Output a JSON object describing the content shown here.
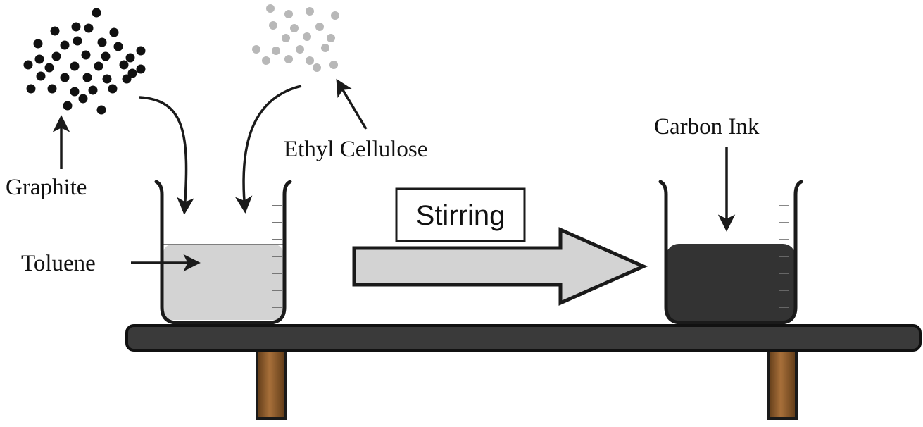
{
  "labels": {
    "graphite": "Graphite",
    "ethyl_cellulose": "Ethyl Cellulose",
    "toluene": "Toluene",
    "stirring": "Stirring",
    "carbon_ink": "Carbon Ink"
  },
  "colors": {
    "graphite_particle": "#111111",
    "cellulose_particle": "#b8b8b8",
    "toluene_liquid": "#d3d3d3",
    "carbon_ink_liquid": "#333333",
    "stirring_arrow_fill": "#d3d3d3",
    "table_top": "#3a3a3a",
    "table_leg": "#8b5a2b",
    "outline": "#1a1a1a"
  }
}
